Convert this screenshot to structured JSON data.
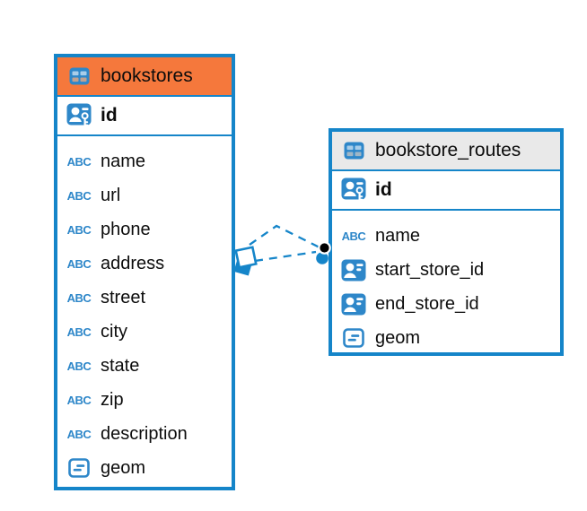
{
  "diagram": {
    "colors": {
      "accent_blue": "#1585c9",
      "icon_blue": "#2e87c9",
      "icon_cell_blue": "#a8cde9",
      "bookstores_header_bg": "#f5783c",
      "routes_header_bg": "#e9e9e9",
      "text": "#0c0c0c",
      "endpoint_dot": "#000000"
    },
    "tables": [
      {
        "title": "bookstores",
        "columns": [
          {
            "name": "id",
            "type": "primary-key"
          },
          {
            "name": "name",
            "type": "text"
          },
          {
            "name": "url",
            "type": "text"
          },
          {
            "name": "phone",
            "type": "text"
          },
          {
            "name": "address",
            "type": "text"
          },
          {
            "name": "street",
            "type": "text"
          },
          {
            "name": "city",
            "type": "text"
          },
          {
            "name": "state",
            "type": "text"
          },
          {
            "name": "zip",
            "type": "text"
          },
          {
            "name": "description",
            "type": "text"
          },
          {
            "name": "geom",
            "type": "geometry"
          }
        ]
      },
      {
        "title": "bookstore_routes",
        "columns": [
          {
            "name": "id",
            "type": "primary-key"
          },
          {
            "name": "name",
            "type": "text"
          },
          {
            "name": "start_store_id",
            "type": "reference"
          },
          {
            "name": "end_store_id",
            "type": "reference"
          },
          {
            "name": "geom",
            "type": "geometry"
          }
        ]
      }
    ]
  }
}
